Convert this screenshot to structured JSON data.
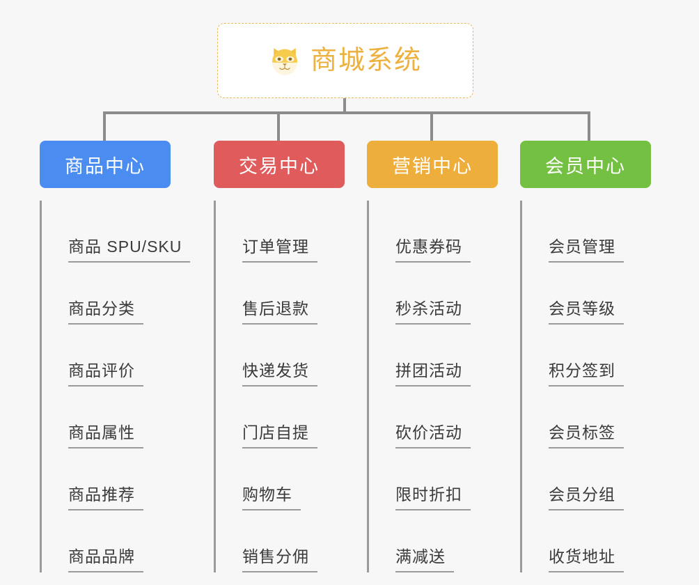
{
  "background_color": "#f7f7f7",
  "root": {
    "title": "商城系统",
    "icon": "shiba-dog-face-icon",
    "text_color": "#edb13f",
    "border_color": "#e8b959"
  },
  "connector_color": "#8c8c8c",
  "columns": [
    {
      "header": "商品中心",
      "color": "#4a8cf0",
      "items": [
        "商品 SPU/SKU",
        "商品分类",
        "商品评价",
        "商品属性",
        "商品推荐",
        "商品品牌"
      ]
    },
    {
      "header": "交易中心",
      "color": "#e05c5c",
      "items": [
        "订单管理",
        "售后退款",
        "快递发货",
        "门店自提",
        "购物车",
        "销售分佣"
      ]
    },
    {
      "header": "营销中心",
      "color": "#edae3c",
      "items": [
        "优惠券码",
        "秒杀活动",
        "拼团活动",
        "砍价活动",
        "限时折扣",
        "满减送"
      ]
    },
    {
      "header": "会员中心",
      "color": "#74c043",
      "items": [
        "会员管理",
        "会员等级",
        "积分签到",
        "会员标签",
        "会员分组",
        "收货地址"
      ]
    }
  ]
}
